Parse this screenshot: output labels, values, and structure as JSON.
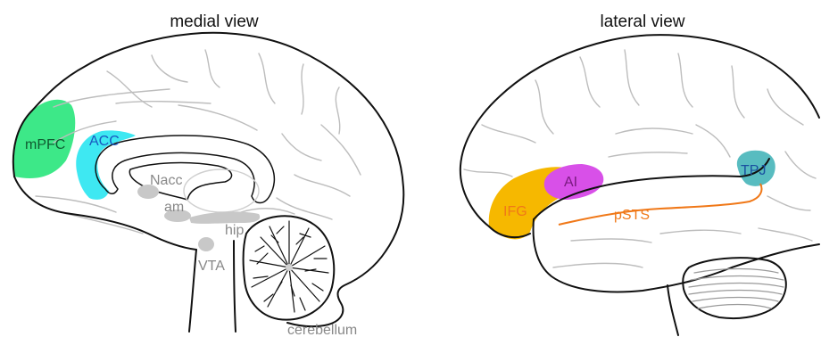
{
  "medial": {
    "title": "medial view",
    "labels": {
      "mpfc": "mPFC",
      "acc": "ACC",
      "nacc": "Nacc",
      "am": "am",
      "hip": "hip",
      "vta": "VTA",
      "cerebellum": "cerebellum"
    }
  },
  "lateral": {
    "title": "lateral view",
    "labels": {
      "ifg": "IFG",
      "ai": "AI",
      "psts": "pSTS",
      "tpj": "TPJ"
    }
  },
  "colors": {
    "mpfc": "#3de888",
    "acc": "#3ee8f2",
    "subcortical": "#c8c8c8",
    "ifg": "#f6b800",
    "ai": "#d850e8",
    "psts": "#f07818",
    "tpj": "#58bcc0",
    "label_grey": "#888888",
    "label_blue": "#1a58c0",
    "label_orange": "#f07818",
    "label_ai": "#7a1a80",
    "label_tpj": "#1a4fa0"
  }
}
